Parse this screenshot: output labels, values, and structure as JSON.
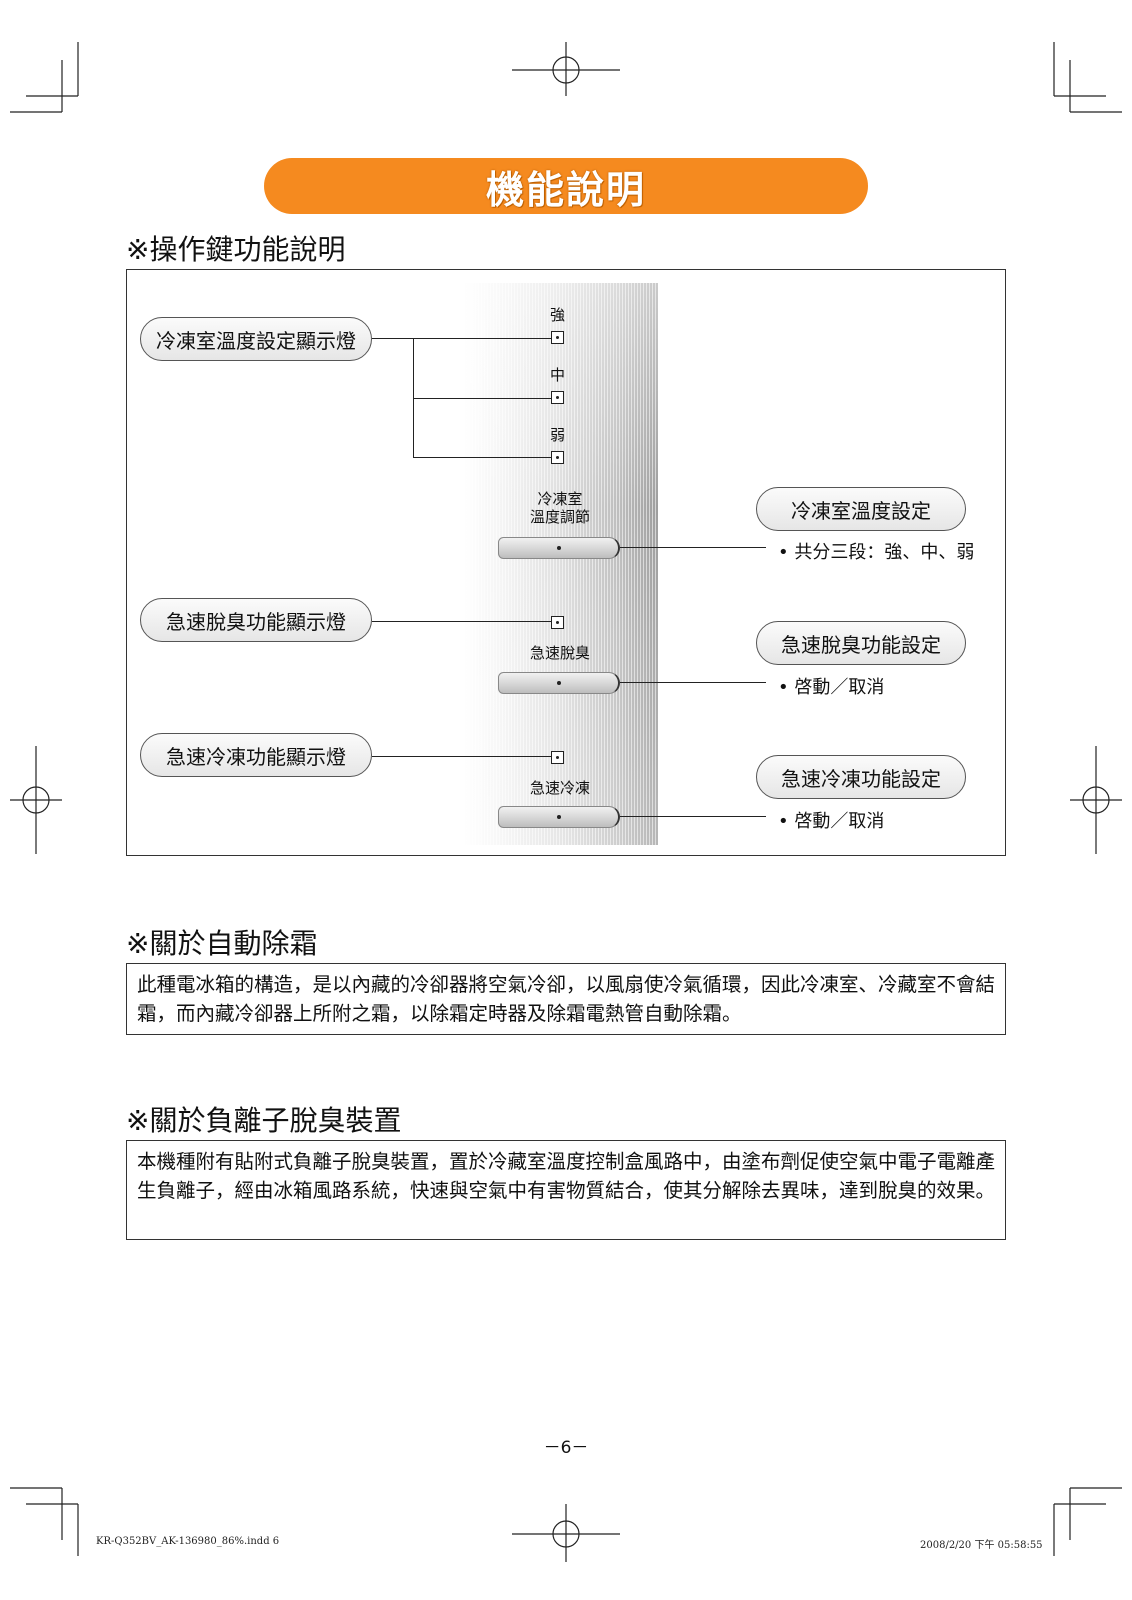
{
  "page_title": "機能說明",
  "sections": {
    "controls": {
      "heading": "※操作鍵功能說明"
    },
    "defrost": {
      "heading": "※關於自動除霜",
      "body": "此種電冰箱的構造，是以內藏的冷卻器將空氣冷卻，以風扇使冷氣循環，因此冷凍室、冷藏室不會結霜，而內藏冷卻器上所附之霜，以除霜定時器及除霜電熱管自動除霜。"
    },
    "ion": {
      "heading": "※關於負離子脫臭裝置",
      "body": "本機種附有貼附式負離子脫臭裝置，置於冷藏室溫度控制盒風路中，由塗布劑促使空氣中電子電離產生負離子，經由冰箱風路系統，快速與空氣中有害物質結合，使其分解除去異味，達到脫臭的效果。"
    }
  },
  "panel": {
    "left_labels": {
      "freezer_temp_indicator": "冷凍室溫度設定顯示燈",
      "deodor_indicator": "急速脫臭功能顯示燈",
      "quickfreeze_indicator": "急速冷凍功能顯示燈"
    },
    "right_labels": {
      "freezer_temp_setting": "冷凍室溫度設定",
      "deodor_setting": "急速脫臭功能設定",
      "quickfreeze_setting": "急速冷凍功能設定"
    },
    "levels": {
      "strong": "強",
      "medium": "中",
      "weak": "弱"
    },
    "control_labels": {
      "freezer_line1": "冷凍室",
      "freezer_line2": "溫度調節",
      "deodor": "急速脫臭",
      "quickfreeze": "急速冷凍"
    },
    "bullets": {
      "freezer": "•  共分三段：強、中、弱",
      "deodor": "•  啓動／取消",
      "quickfreeze": "•  啓動／取消"
    }
  },
  "page_number": "－6－",
  "footer": {
    "left": "KR-Q352BV_AK-136980_86%.indd   6",
    "right": "2008/2/20   下午 05:58:55"
  }
}
